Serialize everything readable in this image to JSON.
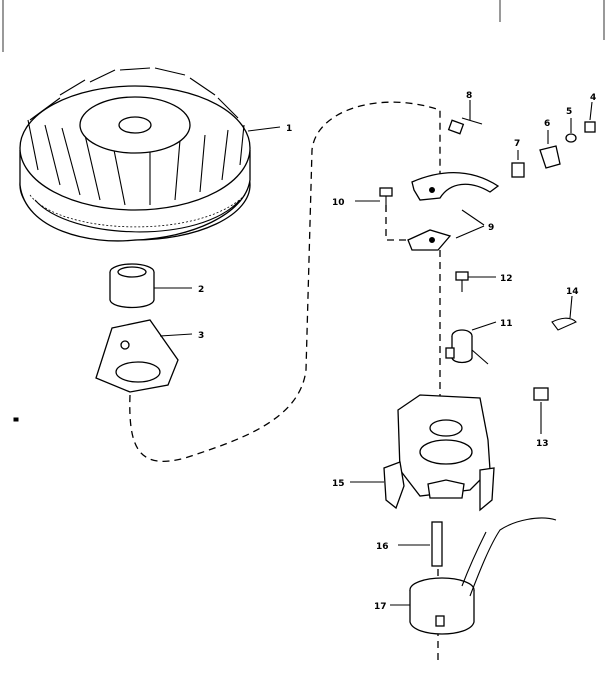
{
  "callouts": {
    "flywheel": "1",
    "sleeve": "2",
    "key_plate": "3",
    "nut": "4",
    "washer": "5",
    "terminal": "6",
    "clip": "7",
    "screw_top": "8",
    "points_set": "9",
    "screw_left": "10",
    "condenser": "11",
    "condenser_screw": "12",
    "wire_clip": "13",
    "plunger_clip": "14",
    "stator_plate": "15",
    "plunger": "16",
    "ignition_coil": "17"
  }
}
